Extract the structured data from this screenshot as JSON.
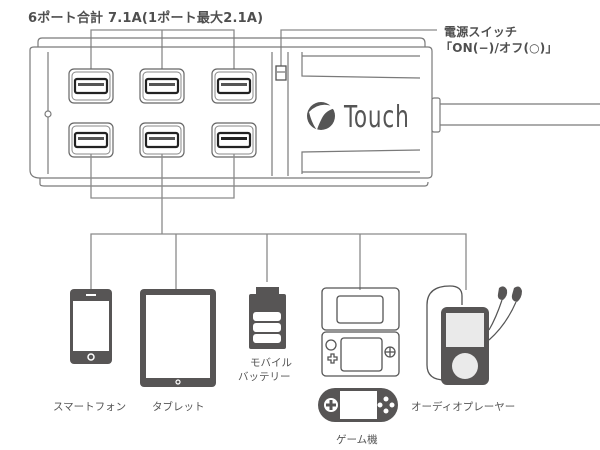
{
  "diagram": {
    "ports_label": "6ポート合計 7.1A(1ポート最大2.1A)",
    "switch_label_line1": "電源スイッチ",
    "switch_label_line2": "「ON(−)/オフ(○)」",
    "brand_name": "Touch",
    "port_count": 6,
    "colors": {
      "line": "#8a8a8a",
      "icon": "#575555",
      "text": "#555555"
    },
    "devices": [
      {
        "id": "smartphone",
        "label": "スマートフォン",
        "icon": "smartphone-icon"
      },
      {
        "id": "tablet",
        "label": "タブレット",
        "icon": "tablet-icon"
      },
      {
        "id": "battery",
        "label_line1": "モバイル",
        "label_line2": "バッテリー",
        "icon": "battery-icon"
      },
      {
        "id": "game",
        "label": "ゲーム機",
        "icon": "game-console-icon"
      },
      {
        "id": "audio",
        "label": "オーディオプレーヤー",
        "icon": "audio-player-icon"
      }
    ]
  }
}
